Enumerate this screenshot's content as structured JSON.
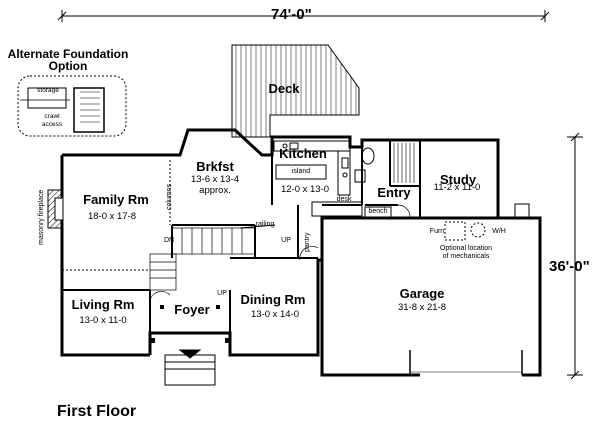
{
  "labels": {
    "overall_width": "74'-0\"",
    "overall_depth": "36'-0\"",
    "floor_title": "First Floor",
    "alt_foundation": "Alternate Foundation",
    "alt_option": "Option",
    "storage": "storage",
    "crawl": "crawl",
    "access": "access",
    "masonry_fireplace": "masonry fireplace",
    "columns": "columns",
    "railing": "railing",
    "desk": "desk",
    "bench": "bench",
    "pantry": "pantry",
    "island": "island",
    "dn": "DN",
    "up": "UP",
    "up2": "UP",
    "furn": "Furn",
    "wh": "W/H",
    "mech_line1": "Optional location",
    "mech_line2": "of mechanicals"
  },
  "rooms": {
    "deck": {
      "name": "Deck"
    },
    "brkfst": {
      "name": "Brkfst",
      "size": "13-6 x 13-4",
      "note": "approx."
    },
    "kitchen": {
      "name": "Kitchen",
      "size": "12-0 x 13-0"
    },
    "study": {
      "name": "Study",
      "size": "11-2 x 11-0"
    },
    "entry": {
      "name": "Entry"
    },
    "family": {
      "name": "Family Rm",
      "size": "18-0 x 17-8"
    },
    "living": {
      "name": "Living Rm",
      "size": "13-0 x 11-0"
    },
    "foyer": {
      "name": "Foyer"
    },
    "dining": {
      "name": "Dining Rm",
      "size": "13-0 x 14-0"
    },
    "garage": {
      "name": "Garage",
      "size": "31-8 x 21-8"
    }
  }
}
